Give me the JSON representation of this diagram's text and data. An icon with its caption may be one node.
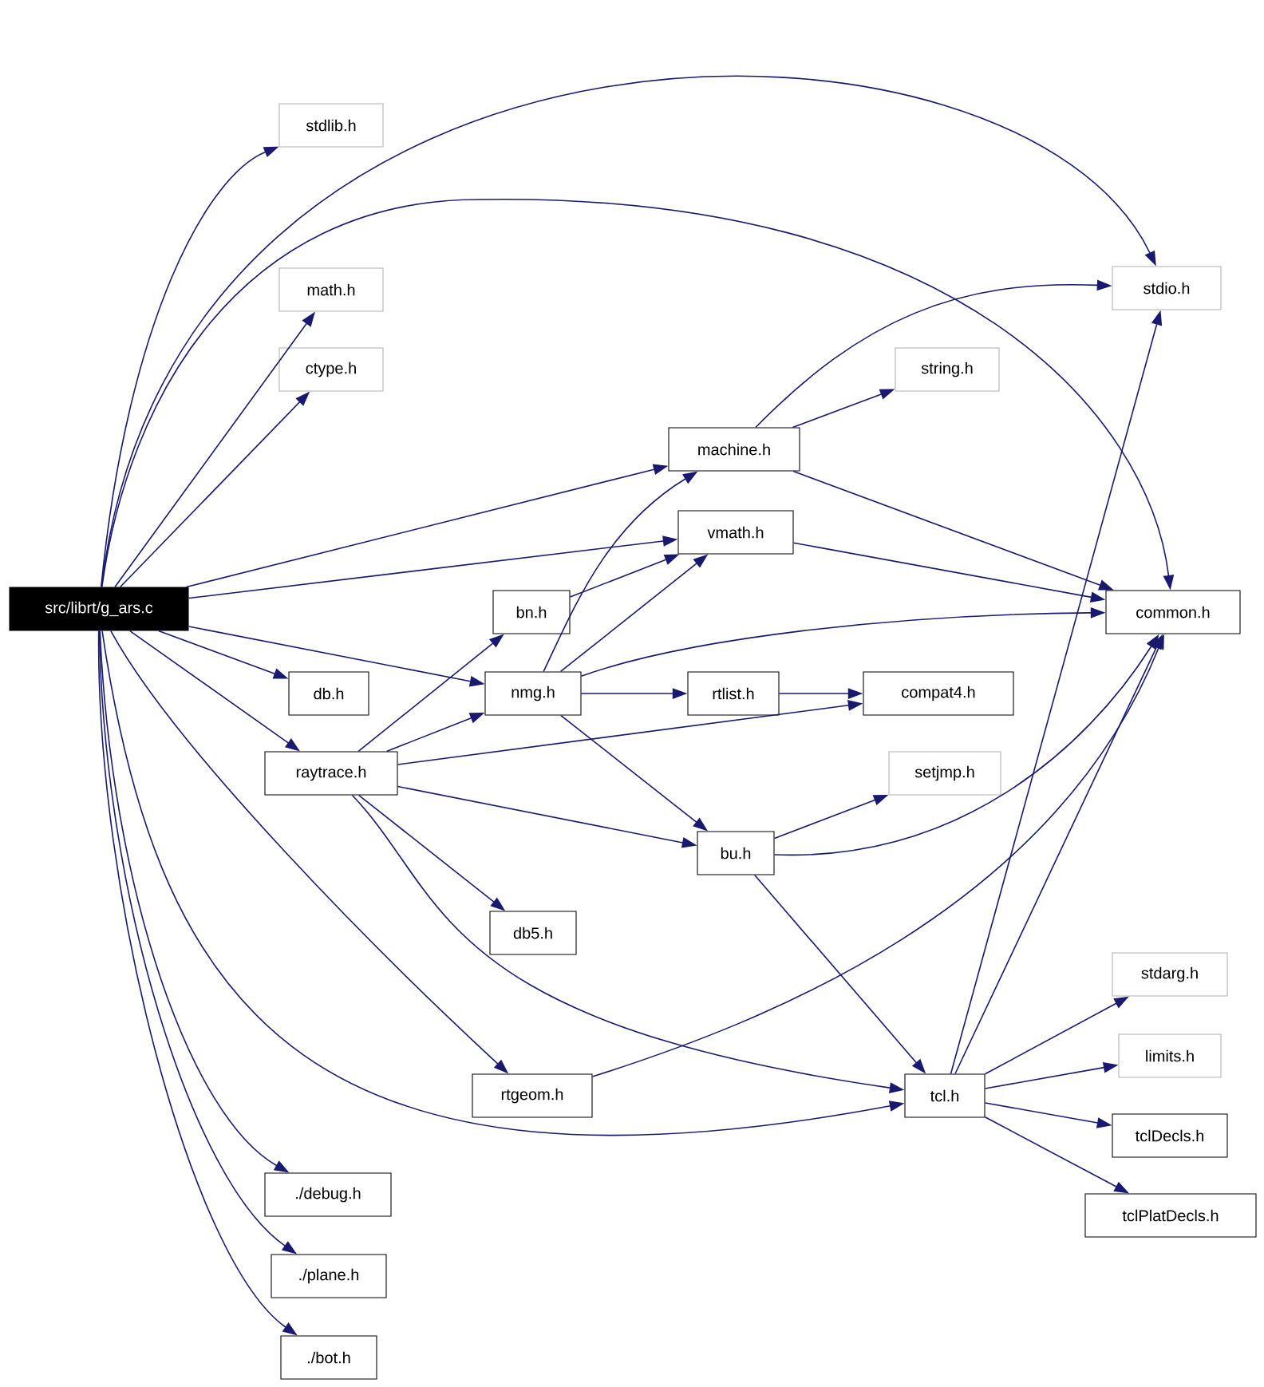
{
  "diagram": {
    "nodes": [
      {
        "text": [
          "src/librt/g_ars.c"
        ]
      },
      {
        "text": [
          "stdlib.h"
        ]
      },
      {
        "text": [
          "math.h"
        ]
      },
      {
        "text": [
          "ctype.h"
        ]
      },
      {
        "text": [
          "stdio.h"
        ]
      },
      {
        "text": [
          "machine.h"
        ]
      },
      {
        "text": [
          "string.h"
        ]
      },
      {
        "text": [
          "vmath.h"
        ]
      },
      {
        "text": [
          "common.h"
        ]
      },
      {
        "text": [
          "bn.h"
        ]
      },
      {
        "text": [
          "nmg.h"
        ]
      },
      {
        "text": [
          "rtlist.h"
        ]
      },
      {
        "text": [
          "compat4.h"
        ]
      },
      {
        "text": [
          "db.h"
        ]
      },
      {
        "text": [
          "raytrace.h"
        ]
      },
      {
        "text": [
          "setjmp.h"
        ]
      },
      {
        "text": [
          "bu.h"
        ]
      },
      {
        "text": [
          "db5.h"
        ]
      },
      {
        "text": [
          "stdarg.h"
        ]
      },
      {
        "text": [
          "limits.h"
        ]
      },
      {
        "text": [
          "rtgeom.h"
        ]
      },
      {
        "text": [
          "tcl.h"
        ]
      },
      {
        "text": [
          "tclDecls.h"
        ]
      },
      {
        "text": [
          "tclPlatDecls.h"
        ]
      },
      {
        "text": [
          "./debug.h"
        ]
      },
      {
        "text": [
          "./plane.h"
        ]
      },
      {
        "text": [
          "./bot.h"
        ]
      }
    ],
    "edges": [
      {
        "from": 0,
        "to": 1,
        "arrow": "to"
      },
      {
        "from": 0,
        "to": 4,
        "arrow": "to"
      },
      {
        "from": 0,
        "to": 8,
        "arrow": "to"
      },
      {
        "from": 0,
        "to": 2,
        "arrow": "to"
      },
      {
        "from": 0,
        "to": 3,
        "arrow": "to"
      },
      {
        "from": 0,
        "to": 5,
        "arrow": "to"
      },
      {
        "from": 0,
        "to": 7,
        "arrow": "to"
      },
      {
        "from": 0,
        "to": 10,
        "arrow": "to"
      },
      {
        "from": 0,
        "to": 13,
        "arrow": "to"
      },
      {
        "from": 0,
        "to": 14,
        "arrow": "to"
      },
      {
        "from": 0,
        "to": 20,
        "arrow": "to"
      },
      {
        "from": 0,
        "to": 21,
        "arrow": "to"
      },
      {
        "from": 0,
        "to": 24,
        "arrow": "to"
      },
      {
        "from": 0,
        "to": 25,
        "arrow": "to"
      },
      {
        "from": 0,
        "to": 26,
        "arrow": "to"
      },
      {
        "from": 5,
        "to": 4,
        "arrow": "to"
      },
      {
        "from": 5,
        "to": 6,
        "arrow": "to"
      },
      {
        "from": 5,
        "to": 8,
        "arrow": "to"
      },
      {
        "from": 7,
        "to": 8,
        "arrow": "to"
      },
      {
        "from": 9,
        "to": 7,
        "arrow": "to"
      },
      {
        "from": 10,
        "to": 5,
        "arrow": "to"
      },
      {
        "from": 10,
        "to": 7,
        "arrow": "to"
      },
      {
        "from": 10,
        "to": 8,
        "arrow": "to"
      },
      {
        "from": 10,
        "to": 11,
        "arrow": "to"
      },
      {
        "from": 10,
        "to": 16,
        "arrow": "to"
      },
      {
        "from": 11,
        "to": 12,
        "arrow": "to"
      },
      {
        "from": 14,
        "to": 9,
        "arrow": "to"
      },
      {
        "from": 14,
        "to": 10,
        "arrow": "to"
      },
      {
        "from": 14,
        "to": 12,
        "arrow": "to"
      },
      {
        "from": 14,
        "to": 16,
        "arrow": "to"
      },
      {
        "from": 14,
        "to": 17,
        "arrow": "to"
      },
      {
        "from": 14,
        "to": 21,
        "arrow": "to"
      },
      {
        "from": 16,
        "to": 15,
        "arrow": "to"
      },
      {
        "from": 16,
        "to": 8,
        "arrow": "to"
      },
      {
        "from": 16,
        "to": 21,
        "arrow": "to"
      },
      {
        "from": 20,
        "to": 8,
        "arrow": "to"
      },
      {
        "from": 21,
        "to": 4,
        "arrow": "to"
      },
      {
        "from": 21,
        "to": 8,
        "arrow": "to"
      },
      {
        "from": 21,
        "to": 18,
        "arrow": "to"
      },
      {
        "from": 21,
        "to": 19,
        "arrow": "to"
      },
      {
        "from": 21,
        "to": 22,
        "arrow": "to"
      },
      {
        "from": 21,
        "to": 23,
        "arrow": "to"
      }
    ]
  }
}
